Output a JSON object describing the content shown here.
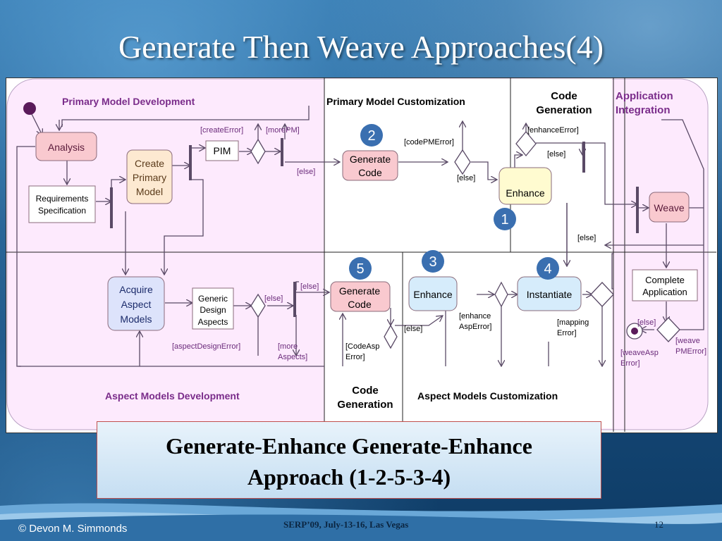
{
  "slide": {
    "title": "Generate Then Weave Approaches(4)",
    "caption_line1": "Generate-Enhance Generate-Enhance",
    "caption_line2": "Approach (1-2-5-3-4)",
    "footer_author": "© Devon M. Simmonds",
    "footer_event": "SERP’09, July-13-16, Las Vegas",
    "page_number": "12"
  },
  "colors": {
    "pink_lane": "#fdeafd",
    "action_pink": "#f9c9cf",
    "action_peach": "#fde9d1",
    "action_blue": "#dde3fb",
    "action_cyan": "#d6ecfb",
    "line": "#5a4a66",
    "badge": "#3a6fb0",
    "lane_title": "#7a2c8a"
  },
  "diagram": {
    "lanes": {
      "primary_dev": "Primary Model Development",
      "primary_custom": "Primary Model Customization",
      "code_gen_top_1": "Code",
      "code_gen_top_2": "Generation",
      "app_int_1": "Application",
      "app_int_2": "Integration",
      "aspect_dev": "Aspect Models Development",
      "code_gen_bottom_1": "Code",
      "code_gen_bottom_2": "Generation",
      "aspect_custom": "Aspect Models Customization"
    },
    "actions": {
      "analysis": "Analysis",
      "req_spec_1": "Requirements",
      "req_spec_2": "Specification",
      "create_primary_1": "Create",
      "create_primary_2": "Primary",
      "create_primary_3": "Model",
      "pim": "PIM",
      "generate_code_top_1": "Generate",
      "generate_code_top_2": "Code",
      "enhance_top": "Enhance",
      "weave": "Weave",
      "complete_app_1": "Complete",
      "complete_app_2": "Application",
      "acquire_1": "Acquire",
      "acquire_2": "Aspect",
      "acquire_3": "Models",
      "generic_1": "Generic",
      "generic_2": "Design",
      "generic_3": "Aspects",
      "generate_code_bottom_1": "Generate",
      "generate_code_bottom_2": "Code",
      "enhance_bottom": "Enhance",
      "instantiate": "Instantiate"
    },
    "guards": {
      "create_error": "[createError]",
      "more_pm": "[morePM]",
      "else_pim": "[else]",
      "code_pm_error": "[codePMError]",
      "else_gen": "[else]",
      "enhance_error": "[enhanceError]",
      "else_enh": "[else]",
      "else_weave": "[else]",
      "else_generic": "[else]",
      "else_aspects": "[else]",
      "aspect_design_error": "[aspectDesignError]",
      "more_aspects_1": "[more",
      "more_aspects_2": "Aspects]",
      "code_asp_error_1": "[CodeAsp",
      "code_asp_error_2": "Error]",
      "else_codeasp": "[else]",
      "enhance_asp_error_1": "[enhance",
      "enhance_asp_error_2": "AspError]",
      "mapping_error_1": "[mapping",
      "mapping_error_2": "Error]",
      "else_final": "[else]",
      "weave_pm_error_1": "[weave",
      "weave_pm_error_2": "PMError]",
      "weave_asp_error_1": "[weaveAsp",
      "weave_asp_error_2": "Error]"
    },
    "badges": {
      "b1": "1",
      "b2": "2",
      "b3": "3",
      "b4": "4",
      "b5": "5"
    }
  }
}
